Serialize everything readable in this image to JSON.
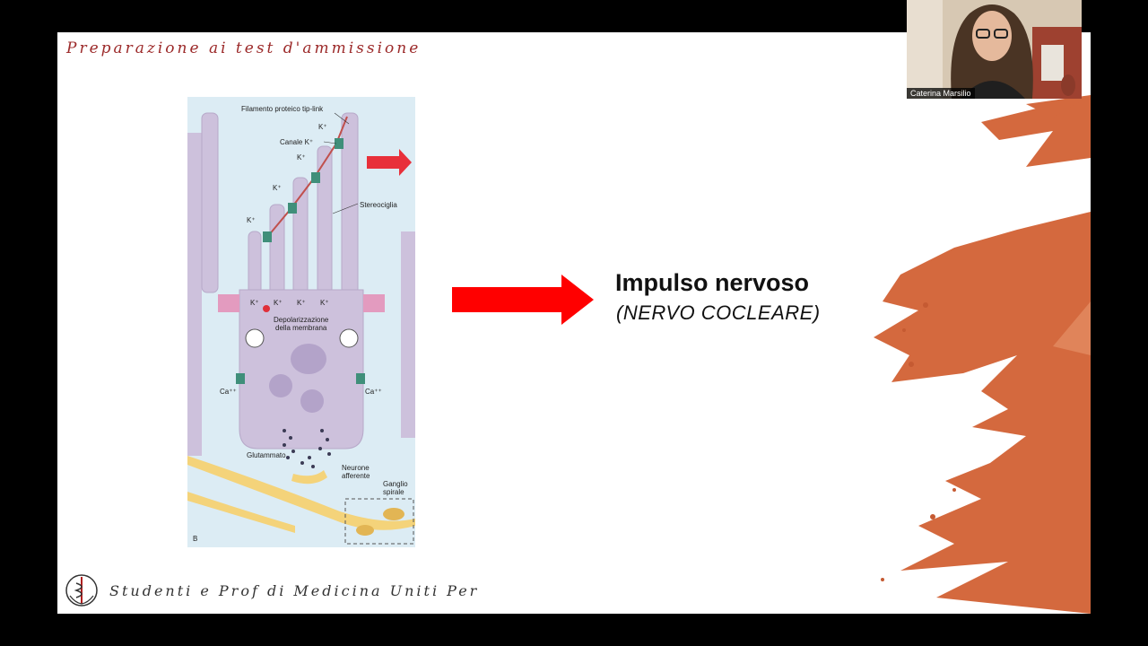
{
  "slide": {
    "header": "Preparazione ai test d'ammissione",
    "footer": "Studenti e Prof di Medicina Uniti Per",
    "impulse_title": "Impulso nervoso",
    "impulse_subtitle": "(NERVO COCLEARE)",
    "figure": {
      "panel_letter": "B",
      "labels": {
        "tip_link": "Filamento proteico tip-link",
        "channel": "Canale K⁺",
        "stereocilia": "Stereociglia",
        "k_ion": "K⁺",
        "depolarization_line1": "Depolarizzazione",
        "depolarization_line2": "della membrana",
        "ca_ion": "Ca⁺⁺",
        "glutamate": "Glutammato",
        "neuron_line1": "Neurone",
        "neuron_line2": "afferente",
        "ganglion_line1": "Ganglio",
        "ganglion_line2": "spirale"
      }
    }
  },
  "webcam": {
    "participant_name": "Caterina Marsilio"
  },
  "colors": {
    "header": "#9c2a2a",
    "arrow": "#ff0000",
    "paint": "#d4693e",
    "cell": "#cdc1dc",
    "figure_bg": "#dcecf4"
  }
}
